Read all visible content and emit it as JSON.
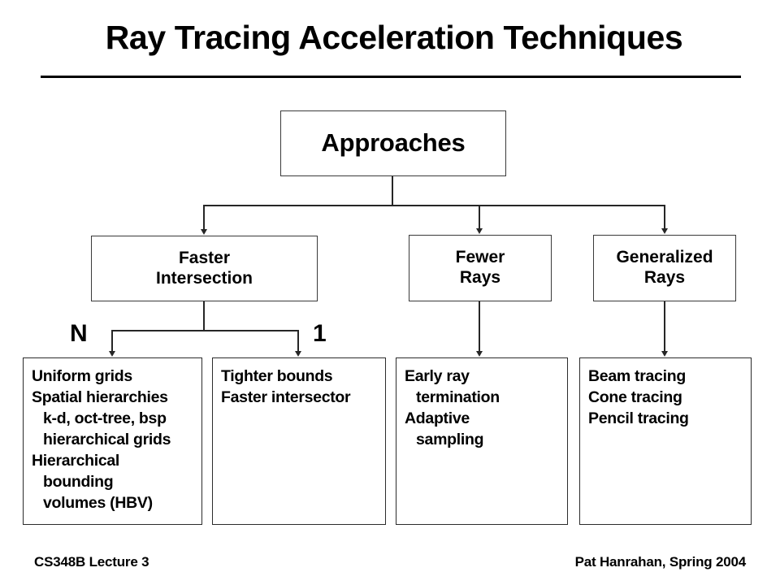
{
  "slide": {
    "title": "Ray Tracing Acceleration Techniques"
  },
  "diagram": {
    "root": {
      "label": "Approaches"
    },
    "level2": [
      {
        "label": "Faster\nIntersection",
        "line1": "Faster",
        "line2": "Intersection"
      },
      {
        "label": "Fewer\nRays",
        "line1": "Fewer",
        "line2": "Rays"
      },
      {
        "label": "Generalized\nRays",
        "line1": "Generalized",
        "line2": "Rays"
      }
    ],
    "branch_labels": {
      "many": "N",
      "one": "1"
    },
    "leaves": [
      {
        "name": "faster-intersection-many",
        "lines": [
          {
            "text": "Uniform grids",
            "indent": false
          },
          {
            "text": "Spatial hierarchies",
            "indent": false
          },
          {
            "text": "k-d, oct-tree, bsp",
            "indent": true
          },
          {
            "text": "hierarchical grids",
            "indent": true
          },
          {
            "text": "Hierarchical",
            "indent": false
          },
          {
            "text": "bounding",
            "indent": true
          },
          {
            "text": "volumes (HBV)",
            "indent": true
          }
        ]
      },
      {
        "name": "faster-intersection-one",
        "lines": [
          {
            "text": "Tighter bounds",
            "indent": false
          },
          {
            "text": "Faster intersector",
            "indent": false
          }
        ]
      },
      {
        "name": "fewer-rays-methods",
        "lines": [
          {
            "text": "Early ray",
            "indent": false
          },
          {
            "text": "termination",
            "indent": true
          },
          {
            "text": "Adaptive",
            "indent": false
          },
          {
            "text": "sampling",
            "indent": true
          }
        ]
      },
      {
        "name": "generalized-rays-methods",
        "lines": [
          {
            "text": "Beam tracing",
            "indent": false
          },
          {
            "text": "Cone tracing",
            "indent": false
          },
          {
            "text": "Pencil tracing",
            "indent": false
          }
        ]
      }
    ]
  },
  "footer": {
    "left": "CS348B Lecture 3",
    "right": "Pat Hanrahan, Spring 2004"
  },
  "colors": {
    "text": "#000000",
    "background": "#ffffff",
    "box_border": "#3a3a3a",
    "connector": "#262626"
  }
}
